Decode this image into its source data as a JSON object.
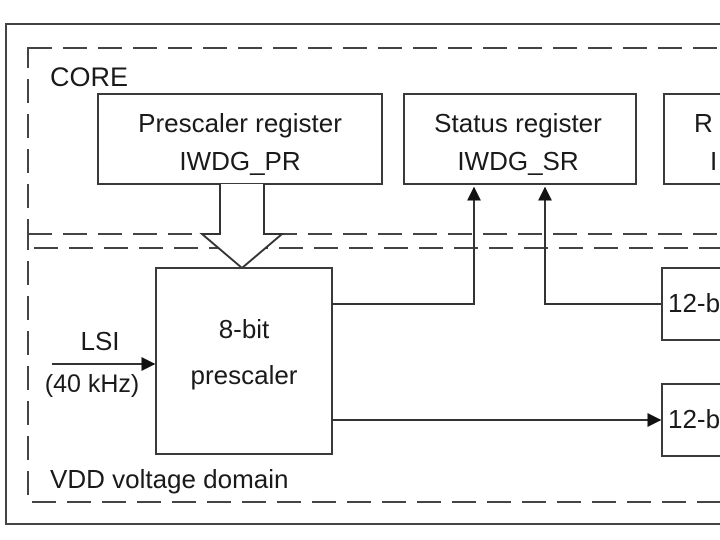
{
  "domains": {
    "core_label": "CORE",
    "vdd_label": "VDD voltage domain"
  },
  "blocks": {
    "prescaler_register": {
      "line1": "Prescaler register",
      "line2": "IWDG_PR"
    },
    "status_register": {
      "line1": "Status register",
      "line2": "IWDG_SR"
    },
    "reload_register_partial": {
      "line1": "R",
      "line2": "I"
    },
    "prescaler": {
      "line1": "8-bit",
      "line2": "prescaler"
    },
    "counter_partial_top": {
      "label": "12-b"
    },
    "counter_partial_bottom": {
      "label": "12-b"
    }
  },
  "input": {
    "name": "LSI",
    "frequency": "(40 kHz)"
  }
}
